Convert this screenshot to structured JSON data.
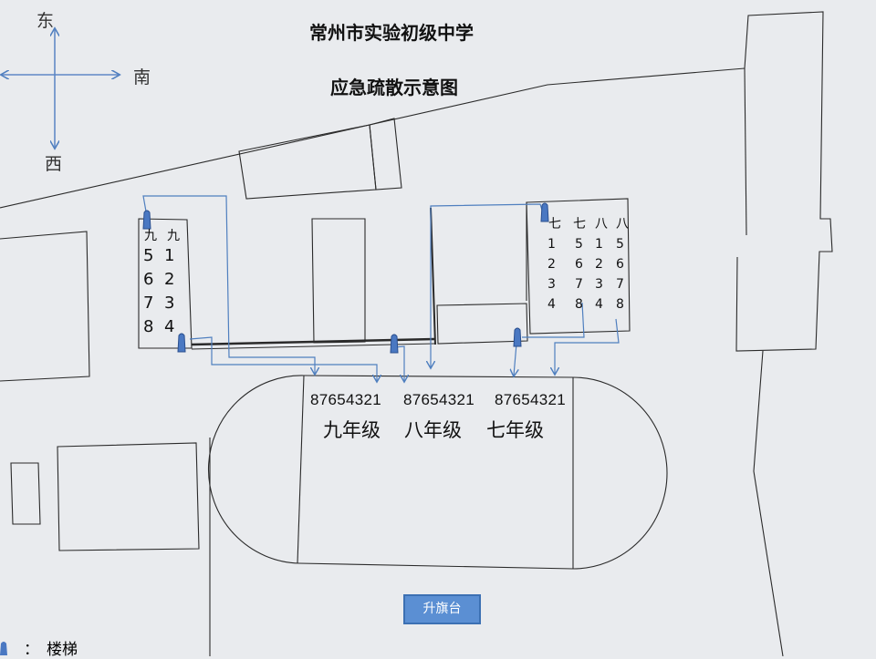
{
  "title": {
    "line1": "常州市实验初级中学",
    "line2": "应急疏散示意图"
  },
  "compass": {
    "north": "东",
    "south": "西",
    "east": "南"
  },
  "buildings": {
    "ninth_grade": {
      "headers": [
        "九",
        "九"
      ],
      "col_left": [
        "5",
        "6",
        "7",
        "8"
      ],
      "col_right": [
        "1",
        "2",
        "3",
        "4"
      ]
    },
    "seventh_eighth": {
      "headers": [
        "七",
        "七",
        "八",
        "八"
      ],
      "col1": [
        "1",
        "2",
        "3",
        "4"
      ],
      "col2": [
        "5",
        "6",
        "7",
        "8"
      ],
      "col3": [
        "1",
        "2",
        "3",
        "4"
      ],
      "col4": [
        "5",
        "6",
        "7",
        "8"
      ]
    }
  },
  "track": {
    "class_sequences": [
      "87654321",
      "87654321",
      "87654321"
    ],
    "grades": [
      "九年级",
      "八年级",
      "七年级"
    ]
  },
  "flag_platform": "升旗台",
  "legend": {
    "separator": "：",
    "label": "楼梯",
    "icon": "stair-marker-icon"
  },
  "colors": {
    "route": "#4f7fbf",
    "stair_marker": "#4a78c2",
    "platform": "#5b8fd3",
    "ink": "#222222"
  }
}
